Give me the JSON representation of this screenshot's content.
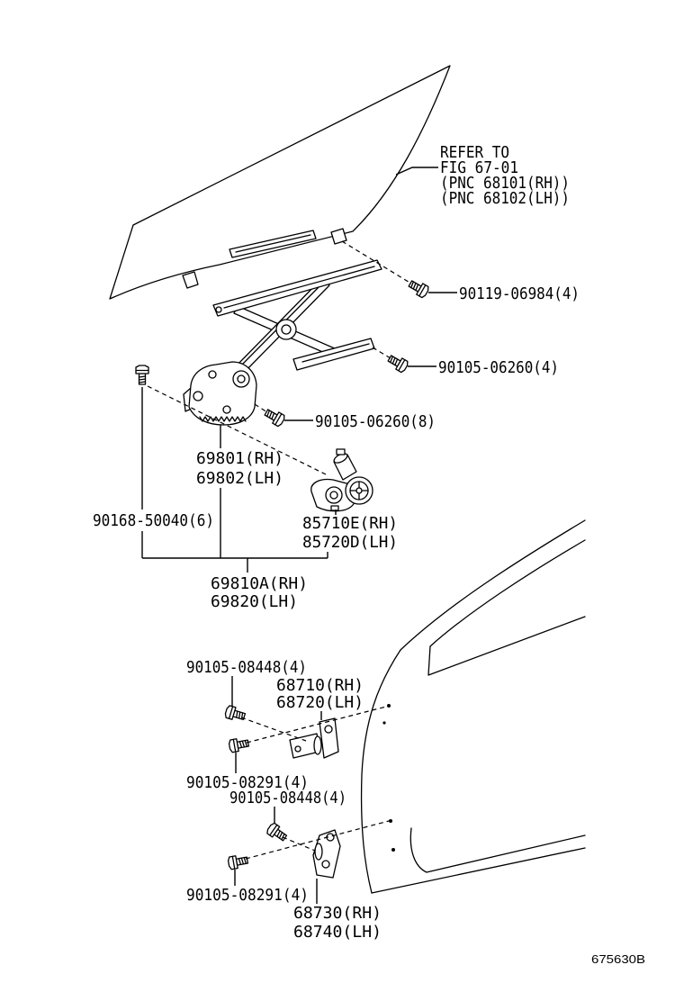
{
  "glass": {
    "lines": [
      "REFER TO",
      "FIG 67-01",
      "(PNC 68101(RH))",
      "(PNC 68102(LH))"
    ]
  },
  "regulator_section": {
    "bolt_upper_rail": "90119-06984(4)",
    "bolt_lower_rail": "90105-06260(4)",
    "bolt_sector": "90105-06260(8)",
    "regulator": [
      "69801(RH)",
      "69802(LH)"
    ],
    "bolt_motor": "90168-50040(6)",
    "motor": [
      "85710E(RH)",
      "85720D(LH)"
    ],
    "assembly": [
      "69810A(RH)",
      "69820(LH)"
    ]
  },
  "hinge_section": {
    "upper_bolt_top": "90105-08448(4)",
    "upper_hinge": [
      "68710(RH)",
      "68720(LH)"
    ],
    "upper_bolt_bottom": "90105-08291(4)",
    "lower_bolt_top": "90105-08448(4)",
    "lower_bolt_bottom": "90105-08291(4)",
    "lower_hinge": [
      "68730(RH)",
      "68740(LH)"
    ]
  },
  "figure_code": "675630B"
}
